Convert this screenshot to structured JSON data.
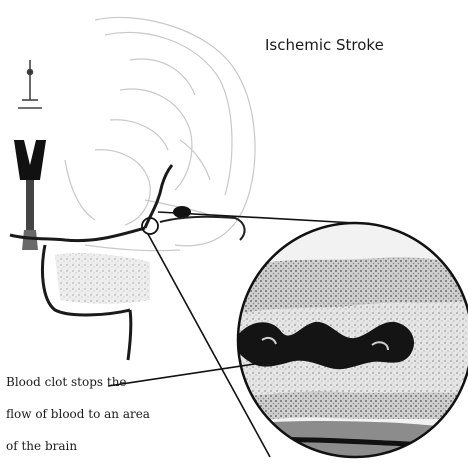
{
  "diagram": {
    "title": "Ischemic Stroke",
    "caption_lines": [
      "Blood clot stops the",
      "flow of blood to an area",
      "of the brain"
    ]
  }
}
